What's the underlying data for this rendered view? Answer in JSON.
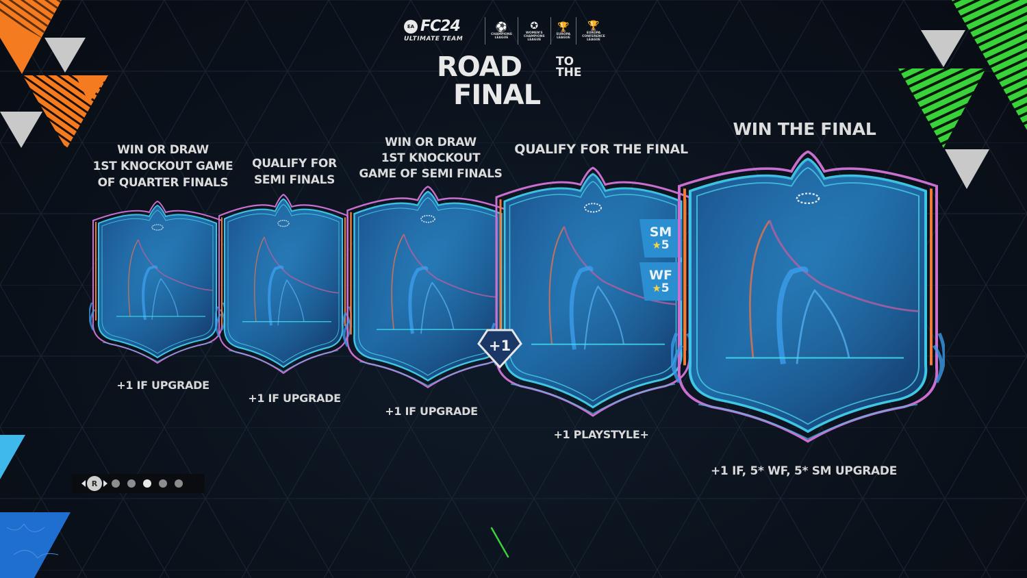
{
  "header": {
    "brand": {
      "ea_label": "EA",
      "game": "FC24",
      "mode": "ULTIMATE TEAM"
    },
    "competitions": [
      {
        "label": "CHAMPIONS\nLEAGUE",
        "icon": "champions-league-ball-icon"
      },
      {
        "label": "WOMEN'S\nCHAMPIONS\nLEAGUE",
        "icon": "womens-champions-league-icon"
      },
      {
        "label": "EUROPA\nLEAGUE",
        "icon": "europa-league-trophy-icon"
      },
      {
        "label": "EUROPA\nCONFERENCE\nLEAGUE",
        "icon": "conference-league-trophy-icon"
      }
    ]
  },
  "title": {
    "line1": "ROAD",
    "small": "TO\nTHE",
    "line2": "FINAL"
  },
  "stages": [
    {
      "requirement": "WIN OR DRAW\n1ST KNOCKOUT GAME\nOF QUARTER FINALS",
      "reward": "+1 IF UPGRADE"
    },
    {
      "requirement": "QUALIFY FOR\nSEMI FINALS",
      "reward": "+1 IF UPGRADE"
    },
    {
      "requirement": "WIN OR DRAW\n1ST KNOCKOUT\nGAME OF SEMI FINALS",
      "reward": "+1 IF UPGRADE"
    },
    {
      "requirement": "QUALIFY FOR THE FINAL",
      "reward": "+1 PLAYSTYLE+"
    },
    {
      "requirement": "WIN THE FINAL",
      "reward": "+1 IF, 5* WF, 5* SM UPGRADE"
    }
  ],
  "badges": {
    "skill_moves": {
      "name": "SM",
      "star": "★",
      "value": "5"
    },
    "weak_foot": {
      "name": "WF",
      "star": "★",
      "value": "5"
    },
    "playstyle_plus": "+1"
  },
  "pager": {
    "button_label": "R",
    "page_count": 5,
    "active_page": 3
  },
  "colors": {
    "background": "#0b121c",
    "card_blue": "#1d5a93",
    "card_border_cyan": "#3fc6e4",
    "card_border_pink": "#c86fd0",
    "card_border_orange": "#f07a38",
    "badge_blue": "#2a8ed0",
    "accent_orange": "#f47b20",
    "accent_green": "#3ad23a",
    "accent_light_blue": "#3fb8ec",
    "accent_blue": "#1f6fd0",
    "star_yellow": "#f3d34a"
  }
}
